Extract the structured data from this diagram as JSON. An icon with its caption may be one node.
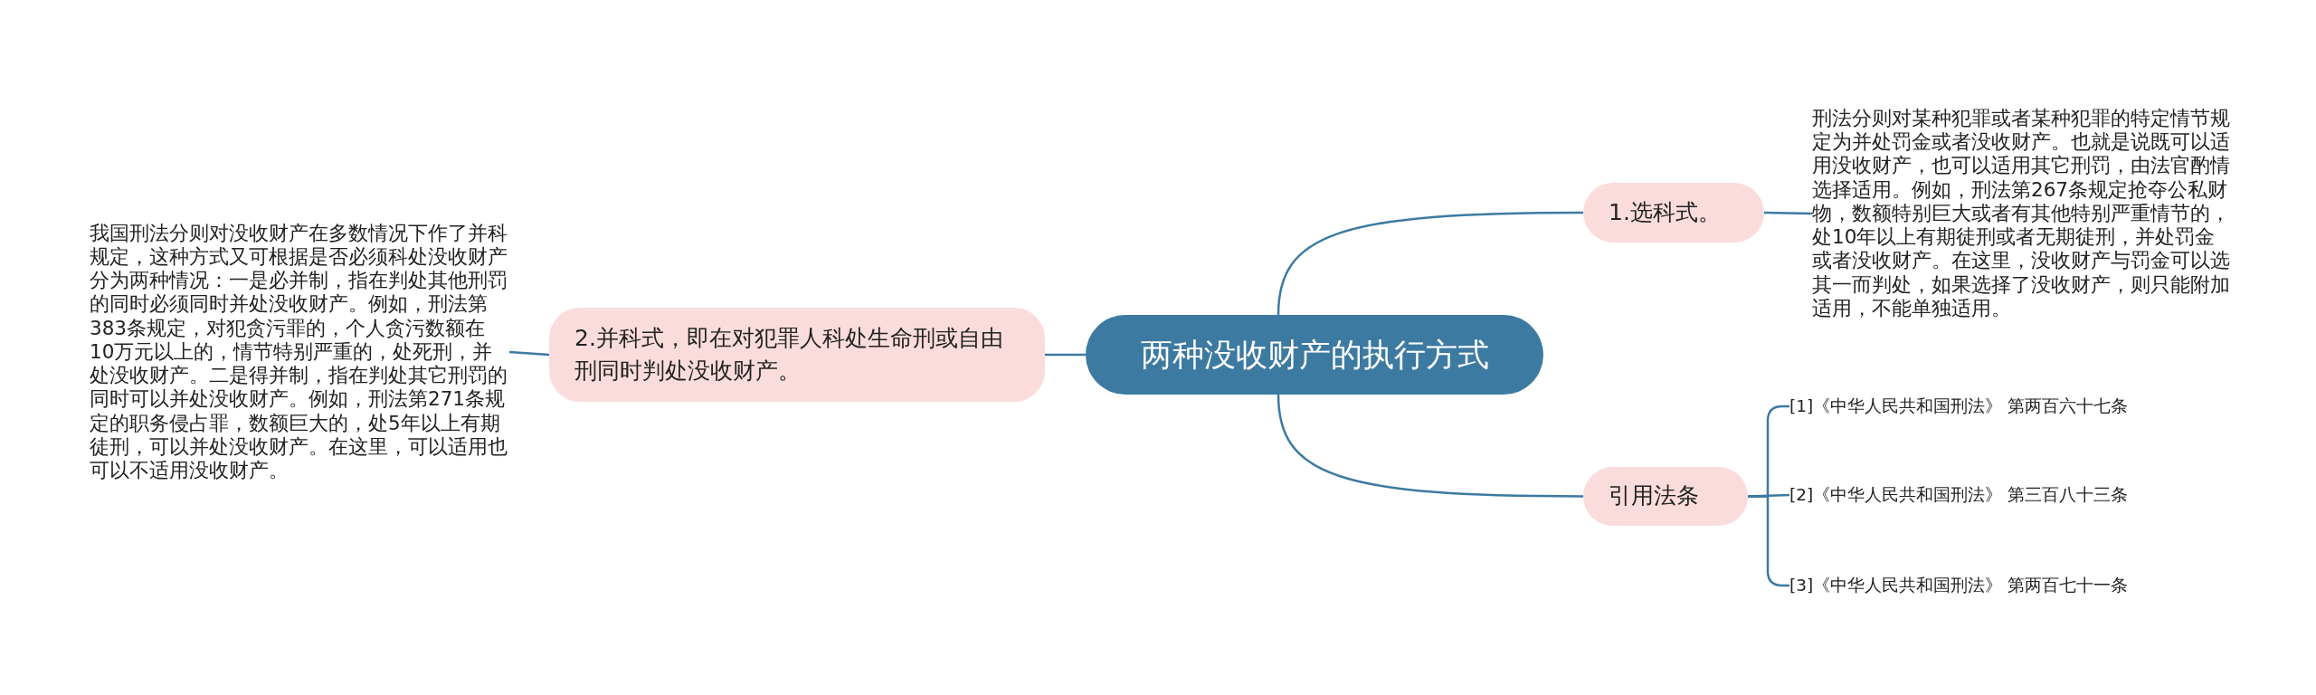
{
  "diagram": {
    "nodes": [
      {
        "text": [
          "两种没收财产的执行方式"
        ]
      },
      {
        "text": [
          "1.选科式。"
        ]
      },
      {
        "text": [
          "刑法分则对某种犯罪或者某种犯罪的特定情节规定为并处罚金或者没收财产。也就是说既可以适用没收财产，也可以适用其它刑罚，由法官酌情选择适用。例如，刑法第267条规定抢夺公私财物，数额特别巨大或者有其他特别严重情节的，处10年以上有期徒刑或者无期徒刑，并处罚金或者没收财产。在这里，没收财产与罚金可以选其一而判处，如果选择了没收财产，则只能附加适用，不能单独适用。"
        ]
      },
      {
        "text": [
          "2.并科式，即在对犯罪人科处生命刑或自由刑同时判处没收财产。"
        ]
      },
      {
        "text": [
          "我国刑法分则对没收财产在多数情况下作了并科规定，这种方式又可根据是否必须科处没收财产分为两种情况：一是必并制，指在判处其他刑罚的同时必须同时并处没收财产。例如，刑法第383条规定，对犯贪污罪的，个人贪污数额在10万元以上的，情节特别严重的，处死刑，并处没收财产。二是得并制，指在判处其它刑罚的同时可以并处没收财产。例如，刑法第271条规定的职务侵占罪，数额巨大的，处5年以上有期徒刑，可以并处没收财产。在这里，可以适用也可以不适用没收财产。"
        ]
      },
      {
        "text": [
          "引用法条"
        ]
      },
      {
        "text": [
          "[1]《中华人民共和国刑法》 第两百六十七条"
        ]
      },
      {
        "text": [
          "[2]《中华人民共和国刑法》 第三百八十三条"
        ]
      },
      {
        "text": [
          "[3]《中华人民共和国刑法》 第两百七十一条"
        ]
      }
    ],
    "edges": [
      {
        "from": 0,
        "to": 1,
        "arrow": "none"
      },
      {
        "from": 1,
        "to": 2,
        "arrow": "none"
      },
      {
        "from": 0,
        "to": 3,
        "arrow": "none"
      },
      {
        "from": 3,
        "to": 4,
        "arrow": "none"
      },
      {
        "from": 0,
        "to": 5,
        "arrow": "none"
      },
      {
        "from": 5,
        "to": 6,
        "arrow": "none"
      },
      {
        "from": 5,
        "to": 7,
        "arrow": "none"
      },
      {
        "from": 5,
        "to": 8,
        "arrow": "none"
      }
    ]
  }
}
